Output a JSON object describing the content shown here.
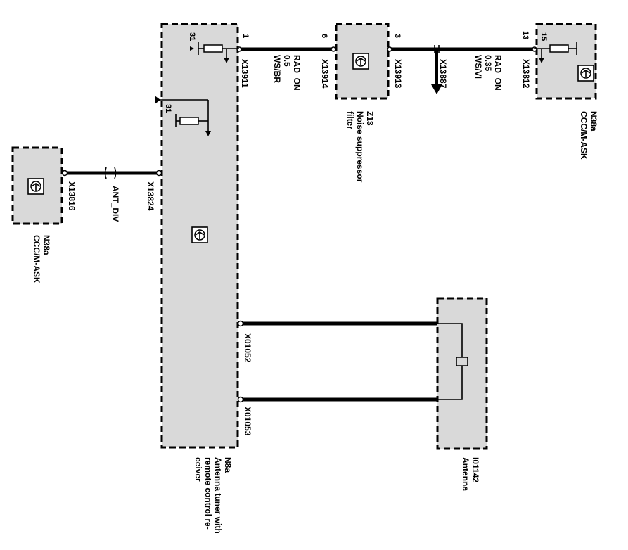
{
  "components": {
    "n8a": {
      "id": "N8a",
      "line1": "Antenna tuner with",
      "line2": "remote control re-",
      "line3": "ceiver"
    },
    "z13": {
      "id": "Z13",
      "line1": "Noise suppressor",
      "line2": "filter"
    },
    "n38a_right": {
      "id": "N38a",
      "name": "CCC/M-ASK"
    },
    "n38a_left": {
      "id": "N38a",
      "name": "CCC/M-ASK"
    },
    "i01142": {
      "id": "I01142",
      "name": "Antenna"
    }
  },
  "connectors": {
    "x13911": "X13911",
    "x13914": "X13914",
    "x13913": "X13913",
    "x13887": "X13887",
    "x13812": "X13812",
    "x13816": "X13816",
    "x13824": "X13824",
    "x01052": "X01052",
    "x01053": "X01053"
  },
  "pins": {
    "p1": "1",
    "p6": "6",
    "p3": "3",
    "p13": "13",
    "p15": "15",
    "p31a": "31",
    "p31b": "31"
  },
  "wires": {
    "w1": {
      "signal": "RAD_ON",
      "size": "0.5",
      "color": "WS/BR"
    },
    "w2": {
      "signal": "RAD_ON",
      "size": "0.35",
      "color": "WS/VI"
    },
    "w3": {
      "signal": "ANT_DIV"
    }
  }
}
